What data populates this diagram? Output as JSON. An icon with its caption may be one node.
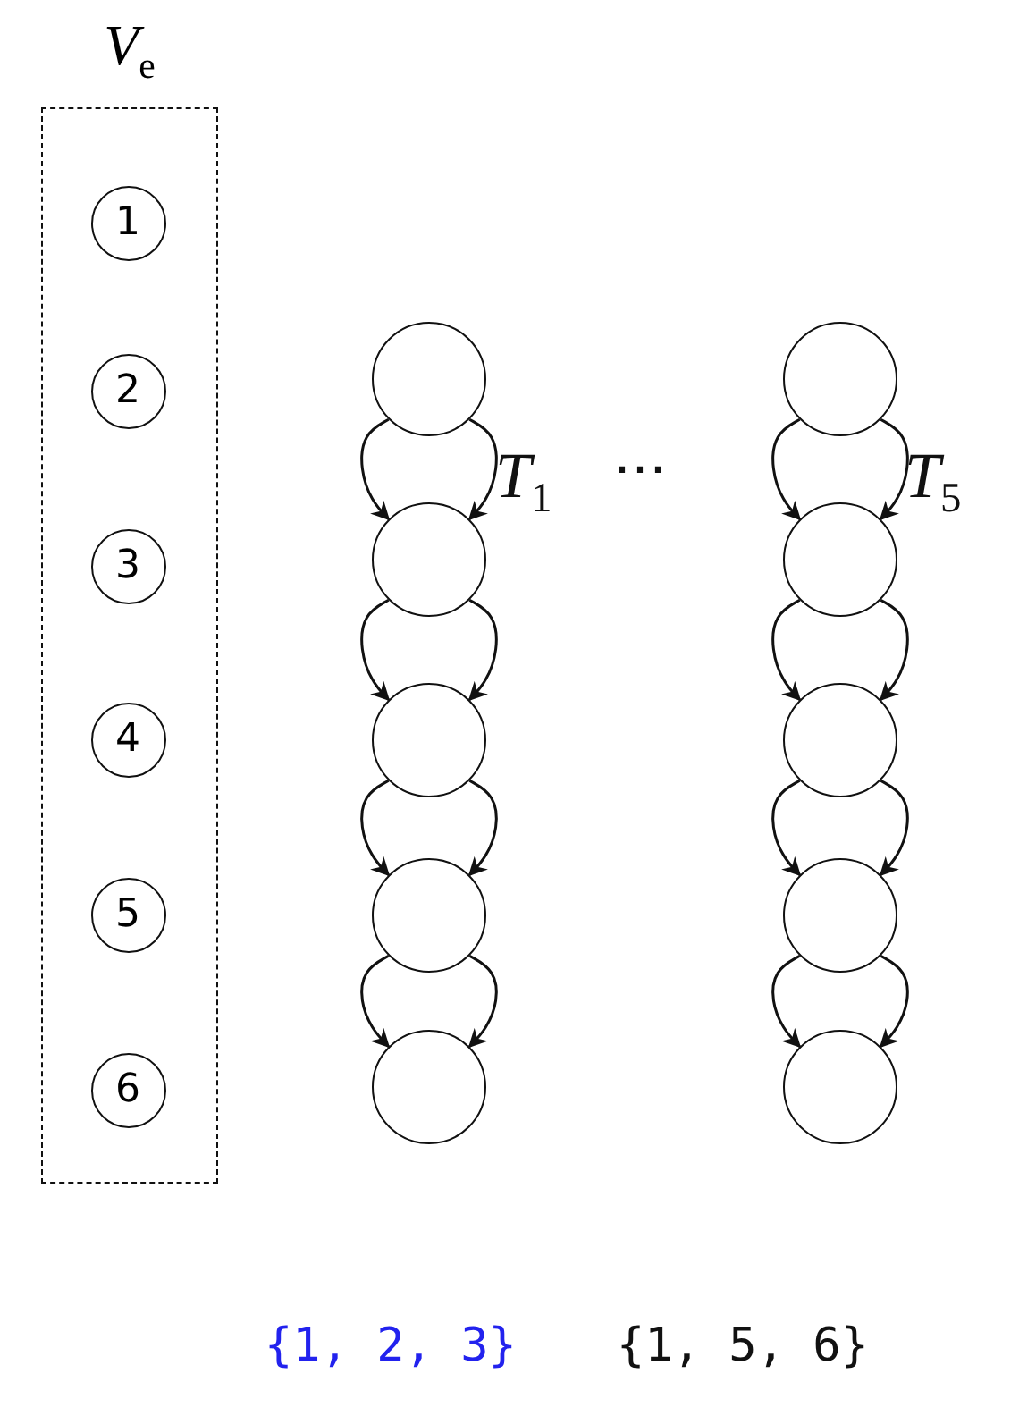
{
  "diagram": {
    "nodes": [
      {
        "text": [
          "*V*$_{e}$"
        ]
      },
      {
        "text": [
          "1"
        ],
        "in": 0
      },
      {
        "text": [
          "2"
        ],
        "in": 0
      },
      {
        "text": [
          "3"
        ],
        "in": 0
      },
      {
        "text": [
          "4"
        ],
        "in": 0
      },
      {
        "text": [
          "5"
        ],
        "in": 0
      },
      {
        "text": [
          "6"
        ],
        "in": 0
      },
      {
        "text": [],
        "shape": "circle"
      },
      {
        "text": [],
        "shape": "circle"
      },
      {
        "text": [],
        "shape": "circle"
      },
      {
        "text": [],
        "shape": "circle"
      },
      {
        "text": [],
        "shape": "circle"
      },
      {
        "text": [],
        "shape": "circle"
      },
      {
        "text": [],
        "shape": "circle"
      },
      {
        "text": [],
        "shape": "circle"
      },
      {
        "text": [],
        "shape": "circle"
      },
      {
        "text": [],
        "shape": "circle"
      }
    ],
    "edges": [
      {
        "from": 7,
        "to": 8,
        "arrow": "to"
      },
      {
        "from": 7,
        "to": 8,
        "arrow": "to"
      },
      {
        "from": 8,
        "to": 9,
        "arrow": "to"
      },
      {
        "from": 8,
        "to": 9,
        "arrow": "to"
      },
      {
        "from": 9,
        "to": 10,
        "arrow": "to"
      },
      {
        "from": 9,
        "to": 10,
        "arrow": "to"
      },
      {
        "from": 10,
        "to": 11,
        "arrow": "to"
      },
      {
        "from": 10,
        "to": 11,
        "arrow": "to"
      },
      {
        "from": 12,
        "to": 13,
        "arrow": "to"
      },
      {
        "from": 12,
        "to": 13,
        "arrow": "to"
      },
      {
        "from": 13,
        "to": 14,
        "arrow": "to"
      },
      {
        "from": 13,
        "to": 14,
        "arrow": "to"
      },
      {
        "from": 14,
        "to": 15,
        "arrow": "to"
      },
      {
        "from": 14,
        "to": 15,
        "arrow": "to"
      },
      {
        "from": 15,
        "to": 16,
        "arrow": "to"
      },
      {
        "from": 15,
        "to": 16,
        "arrow": "to"
      }
    ],
    "labels": [
      "*T*$_{1}$",
      "⋯",
      "*T*$_{5}$",
      "{1, 2, 3}",
      "{1, 5, 6}"
    ]
  }
}
